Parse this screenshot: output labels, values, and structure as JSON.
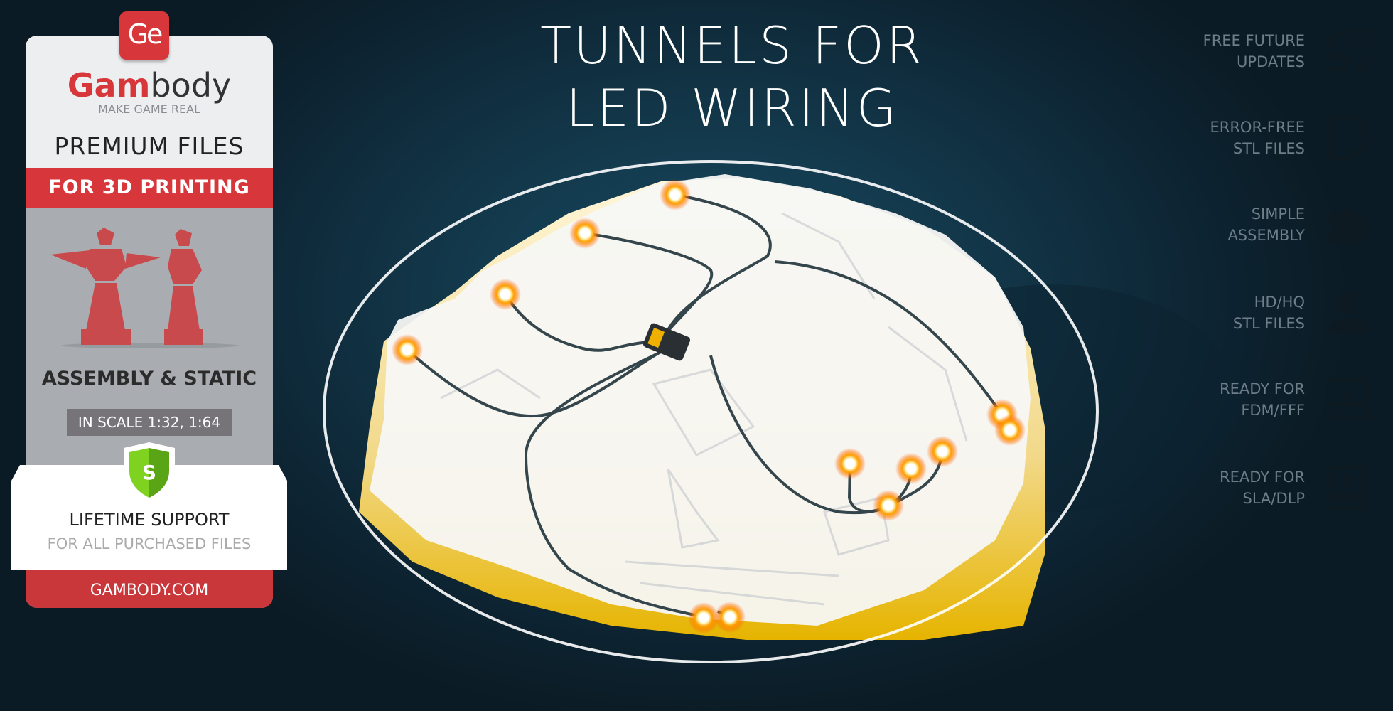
{
  "title": {
    "line1": "TUNNELS FOR",
    "line2": "LED WIRING"
  },
  "card": {
    "badge": "Ge",
    "logo_red": "Gam",
    "logo_dark": "body",
    "tagline": "MAKE GAME REAL",
    "premium": "PREMIUM FILES",
    "for_printing": "FOR 3D PRINTING",
    "assembly": "ASSEMBLY & STATIC",
    "scale": "IN SCALE 1:32, 1:64",
    "shield_letter": "S",
    "support": "LIFETIME SUPPORT",
    "support_sub": "FOR ALL PURCHASED FILES",
    "site": "GAMBODY.COM"
  },
  "features": [
    {
      "l1": "FREE FUTURE",
      "l2": "UPDATES",
      "icon": "update-icon"
    },
    {
      "l1": "ERROR-FREE",
      "l2": "STL FILES",
      "icon": "file-check-icon"
    },
    {
      "l1": "SIMPLE",
      "l2": "ASSEMBLY",
      "icon": "puzzle-icon"
    },
    {
      "l1": "HD/HQ",
      "l2": "STL FILES",
      "icon": "helmet-icon"
    },
    {
      "l1": "READY FOR",
      "l2": "FDM/FFF",
      "icon": "fdm-printer-icon"
    },
    {
      "l1": "READY FOR",
      "l2": "SLA/DLP",
      "icon": "sla-printer-icon"
    }
  ],
  "colors": {
    "brand_red": "#d7363a",
    "led": "#ffb020",
    "shield": "#6cc01e"
  }
}
